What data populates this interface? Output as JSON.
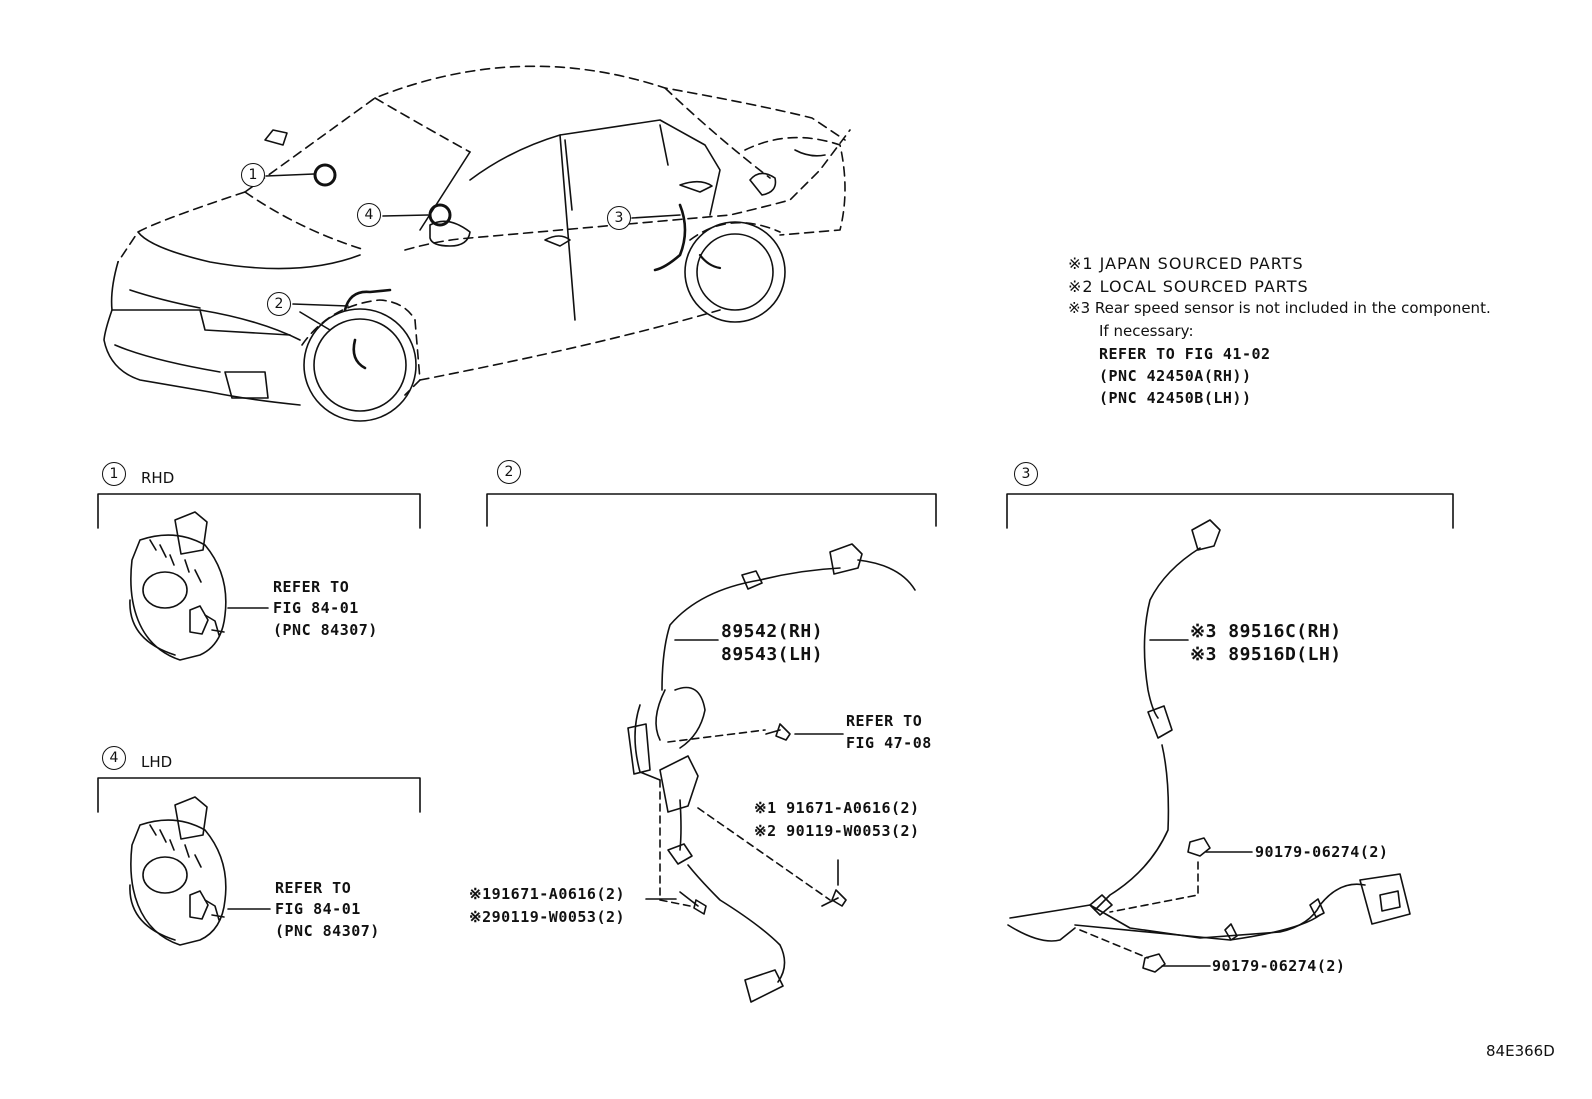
{
  "notes": {
    "note1": "※1 JAPAN SOURCED PARTS",
    "note2": "※2 LOCAL SOURCED PARTS",
    "note3": "※3 Rear speed sensor is not included in the component.",
    "note3_sub": "If necessary:",
    "refer": "REFER TO FIG 41-02",
    "pnc_rh": "(PNC 42450A(RH))",
    "pnc_lh": "(PNC 42450B(LH))"
  },
  "callouts": [
    "1",
    "2",
    "3",
    "4"
  ],
  "section1": {
    "num": "1",
    "label": "RHD",
    "ref1": "REFER TO",
    "ref2": "FIG 84-01",
    "ref3": "(PNC 84307)"
  },
  "section4": {
    "num": "4",
    "label": "LHD",
    "ref1": "REFER TO",
    "ref2": "FIG 84-01",
    "ref3": "(PNC 84307)"
  },
  "section2": {
    "num": "2",
    "part_rh": "89542(RH)",
    "part_lh": "89543(LH)",
    "ref1": "REFER TO",
    "ref2": "FIG 47-08",
    "bolt_r1": "※1 91671-A0616(2)",
    "bolt_r2": "※2 90119-W0053(2)",
    "bolt_l1": "※191671-A0616(2)",
    "bolt_l2": "※290119-W0053(2)"
  },
  "section3": {
    "num": "3",
    "part_rh": "※3 89516C(RH)",
    "part_lh": "※3 89516D(LH)",
    "clip1": "90179-06274(2)",
    "clip2": "90179-06274(2)"
  },
  "diagram_id": "84E366D",
  "line_color": "#111111"
}
